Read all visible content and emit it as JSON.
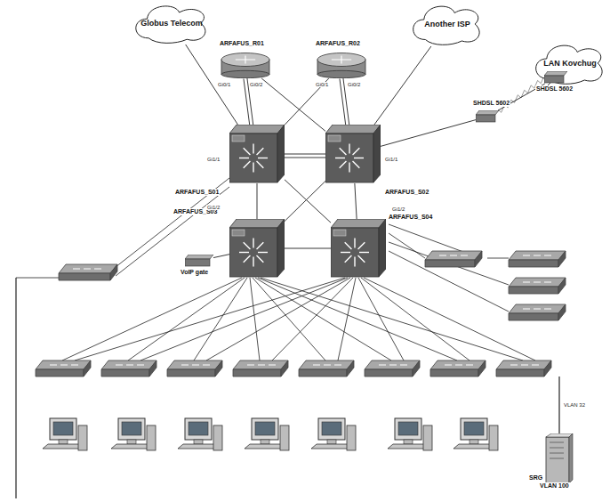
{
  "diagram": {
    "nodes": [
      {
        "text": [
          "Globus Telecom"
        ]
      },
      {
        "text": [
          "Another ISP"
        ]
      },
      {
        "text": [
          "LAN Kovchug"
        ]
      },
      {
        "text": [
          "ARFAFUS_R01"
        ]
      },
      {
        "text": [
          "ARFAFUS_R02"
        ]
      },
      {
        "text": [
          "ARFAFUS_S01"
        ]
      },
      {
        "text": [
          "ARFAFUS_S02"
        ]
      },
      {
        "text": [
          "ARFAFUS_S03"
        ]
      },
      {
        "text": [
          "ARFAFUS_S04"
        ]
      },
      {
        "text": [
          "SHDSL 5602"
        ]
      },
      {
        "text": [
          "SHDSL 5602"
        ]
      },
      {
        "text": [
          "VoIP gate"
        ]
      },
      {
        "text": [
          "SRG",
          "VLAN 100"
        ]
      }
    ],
    "edges": [
      {
        "from": 0,
        "to": 5,
        "arrow": "none"
      },
      {
        "from": 1,
        "to": 6,
        "arrow": "none"
      },
      {
        "from": 3,
        "to": 5,
        "arrow": "none"
      },
      {
        "from": 3,
        "to": 6,
        "arrow": "none"
      },
      {
        "from": 4,
        "to": 6,
        "arrow": "none"
      },
      {
        "from": 4,
        "to": 5,
        "arrow": "none"
      },
      {
        "from": 5,
        "to": 6,
        "arrow": "none"
      },
      {
        "from": 5,
        "to": 7,
        "arrow": "none"
      },
      {
        "from": 5,
        "to": 8,
        "arrow": "none"
      },
      {
        "from": 6,
        "to": 7,
        "arrow": "none"
      },
      {
        "from": 6,
        "to": 8,
        "arrow": "none"
      },
      {
        "from": 7,
        "to": 8,
        "arrow": "none"
      },
      {
        "from": 6,
        "to": 9,
        "arrow": "none"
      },
      {
        "from": 9,
        "to": 10,
        "arrow": "none"
      },
      {
        "from": 10,
        "to": 2,
        "arrow": "none"
      },
      {
        "from": 7,
        "to": 11,
        "arrow": "none"
      }
    ],
    "labels": [
      "Gi0/1",
      "Gi0/2",
      "Gi0/1",
      "Gi0/2",
      "Gi1/1",
      "Gi1/1",
      "Gi1/2",
      "Gi1/2",
      "VLAN 32"
    ]
  }
}
